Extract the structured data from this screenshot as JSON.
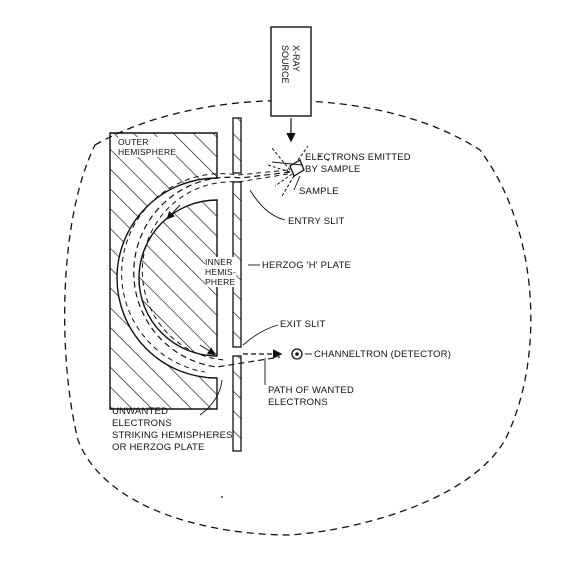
{
  "labels": {
    "xray_source_line1": "X-RAY",
    "xray_source_line2": "SOURCE",
    "electrons_emitted_line1": "ELECTRONS EMITTED",
    "electrons_emitted_line2": "BY SAMPLE",
    "sample": "SAMPLE",
    "outer_hemisphere_line1": "OUTER",
    "outer_hemisphere_line2": "HEMISPHERE",
    "entry_slit": "ENTRY SLIT",
    "inner_hemisphere_line1": "INNER",
    "inner_hemisphere_line2": "HEMIS-",
    "inner_hemisphere_line3": "PHERE",
    "herzog_plate": "HERZOG 'H' PLATE",
    "exit_slit": "EXIT SLIT",
    "channeltron": "CHANNELTRON (DETECTOR)",
    "path_wanted_line1": "PATH OF WANTED",
    "path_wanted_line2": "ELECTRONS",
    "unwanted_line1": "UNWANTED",
    "unwanted_line2": "ELECTRONS",
    "unwanted_line3": "STRIKING HEMISPHERES",
    "unwanted_line4": "OR HERZOG PLATE"
  },
  "colors": {
    "ink": "#111111",
    "background": "#ffffff"
  }
}
